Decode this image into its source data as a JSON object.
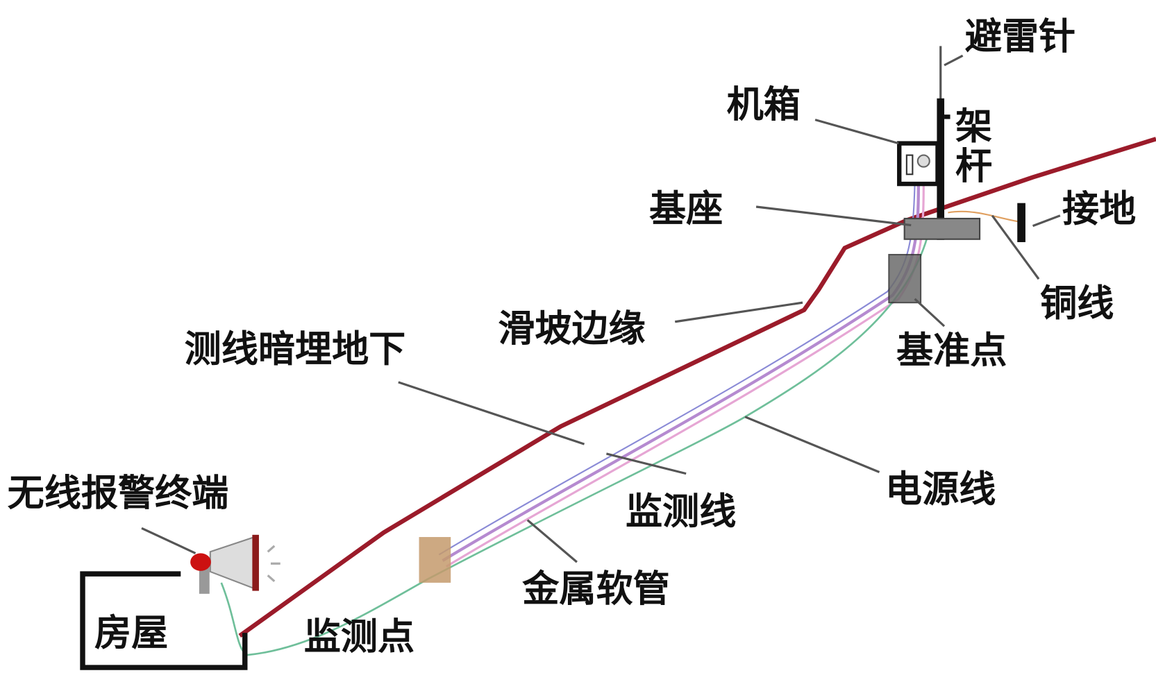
{
  "colors": {
    "slope_edge": "#9b1b2a",
    "power_line": "#6fbf9a",
    "monitor_line": "#b58ad0",
    "copper_line": "#e0a060",
    "structure": "#111111",
    "base_gray": "#888888"
  },
  "labels": {
    "lightning_rod": "避雷针",
    "cabinet": "机箱",
    "pole_1": "架",
    "pole_2": "杆",
    "base": "基座",
    "grounding": "接地",
    "copper_wire": "铜线",
    "reference_point": "基准点",
    "landslide_edge": "滑坡边缘",
    "buried_line": "测线暗埋地下",
    "power_line": "电源线",
    "monitoring_line": "监测线",
    "metal_hose": "金属软管",
    "monitoring_point": "监测点",
    "wireless_alarm": "无线报警终端",
    "house": "房屋"
  }
}
